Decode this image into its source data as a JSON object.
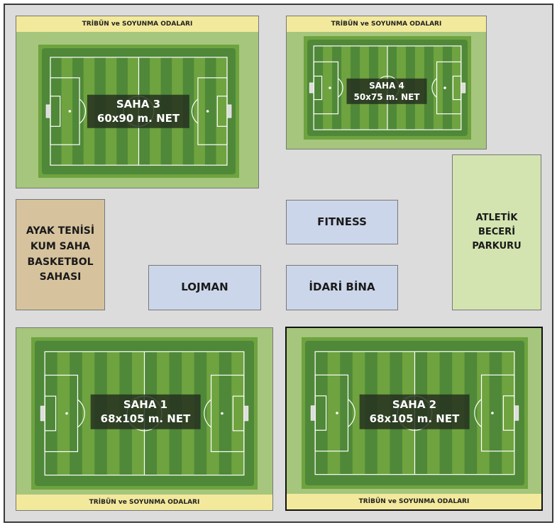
{
  "stands_label": "TRİBÜN ve SOYUNMA ODALARI",
  "fields": [
    {
      "id": "saha3",
      "name": "SAHA 3",
      "size": "60x90 m. NET"
    },
    {
      "id": "saha4",
      "name": "SAHA 4",
      "size": "50x75 m. NET"
    },
    {
      "id": "saha1",
      "name": "SAHA 1",
      "size": "68x105 m. NET"
    },
    {
      "id": "saha2",
      "name": "SAHA 2",
      "size": "68x105 m. NET"
    }
  ],
  "buildings": {
    "ayak": [
      "AYAK TENİSİ",
      "KUM SAHA",
      "BASKETBOL",
      "SAHASI"
    ],
    "fitness": "FITNESS",
    "lojman": "LOJMAN",
    "idari": "İDARİ BİNA",
    "atletik": [
      "ATLETİK",
      "BECERİ",
      "PARKURU"
    ]
  },
  "colors": {
    "grass_light": "#a5c67c",
    "stands": "#f3e99c",
    "sand": "#d6c39e",
    "building": "#ccd6ea",
    "track": "#d3e4b0"
  }
}
